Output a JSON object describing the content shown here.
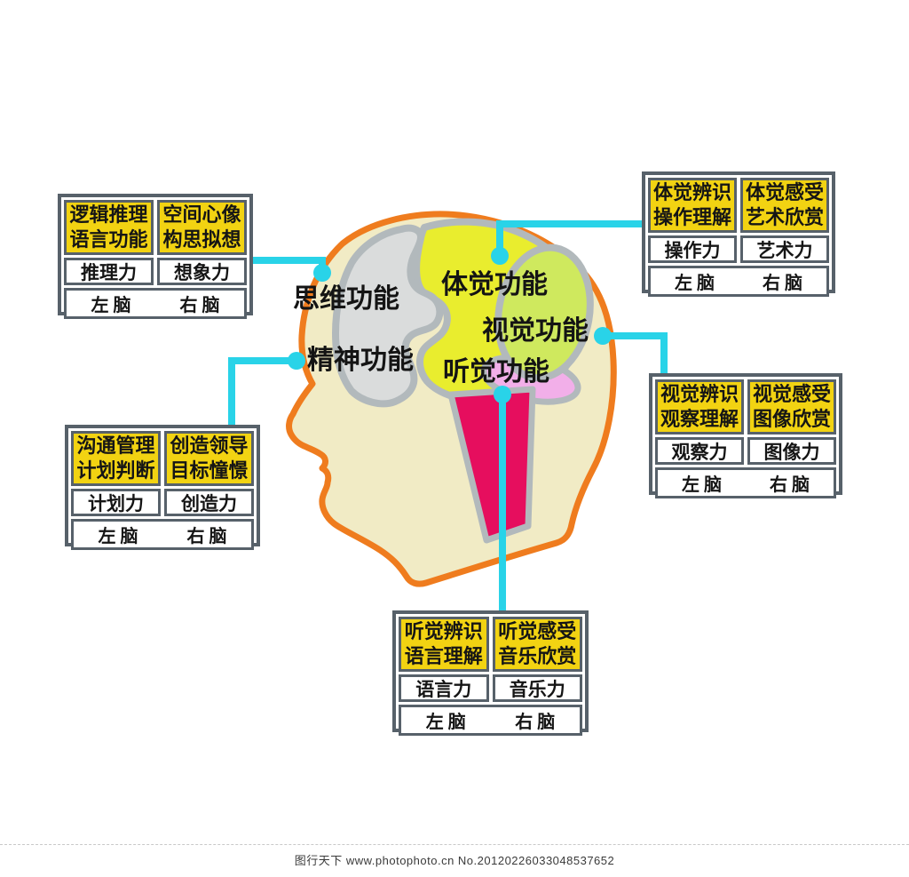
{
  "colors": {
    "connector_cyan": "#29d3e8",
    "head_outline_orange": "#ef7c1e",
    "head_fill_cream": "#f1ebc5",
    "brain_border_gray": "#b2b9bc",
    "frontal_region_gray": "#dadcdc",
    "central_region_yellow": "#e9ed2e",
    "occipital_region_green": "#cfe95e",
    "auditory_region_pink": "#f2afe9",
    "brainstem_crimson": "#e60e5e",
    "box_header_yellow": "#f2d312",
    "box_border_gray": "#57616a"
  },
  "brain": {
    "labels": {
      "thinking": "思维功能",
      "spirit": "精神功能",
      "somatic": "体觉功能",
      "visual": "视觉功能",
      "auditory": "听觉功能"
    }
  },
  "boxes": {
    "top_left": {
      "cells": [
        {
          "line1": "逻辑推理",
          "line2": "语言功能",
          "ability": "推理力",
          "side": "左 脑"
        },
        {
          "line1": "空间心像",
          "line2": "构思拟想",
          "ability": "想象力",
          "side": "右 脑"
        }
      ]
    },
    "left_middle": {
      "cells": [
        {
          "line1": "沟通管理",
          "line2": "计划判断",
          "ability": "计划力",
          "side": "左 脑"
        },
        {
          "line1": "创造领导",
          "line2": "目标憧憬",
          "ability": "创造力",
          "side": "右 脑"
        }
      ]
    },
    "top_right": {
      "cells": [
        {
          "line1": "体觉辨识",
          "line2": "操作理解",
          "ability": "操作力",
          "side": "左 脑"
        },
        {
          "line1": "体觉感受",
          "line2": "艺术欣赏",
          "ability": "艺术力",
          "side": "右 脑"
        }
      ]
    },
    "right_middle": {
      "cells": [
        {
          "line1": "视觉辨识",
          "line2": "观察理解",
          "ability": "观察力",
          "side": "左 脑"
        },
        {
          "line1": "视觉感受",
          "line2": "图像欣赏",
          "ability": "图像力",
          "side": "右 脑"
        }
      ]
    },
    "bottom": {
      "cells": [
        {
          "line1": "听觉辨识",
          "line2": "语言理解",
          "ability": "语言力",
          "side": "左 脑"
        },
        {
          "line1": "听觉感受",
          "line2": "音乐欣赏",
          "ability": "音乐力",
          "side": "右 脑"
        }
      ]
    }
  },
  "footer": {
    "watermark": "图行天下 www.photophoto.cn  No.20120226033048537652"
  }
}
